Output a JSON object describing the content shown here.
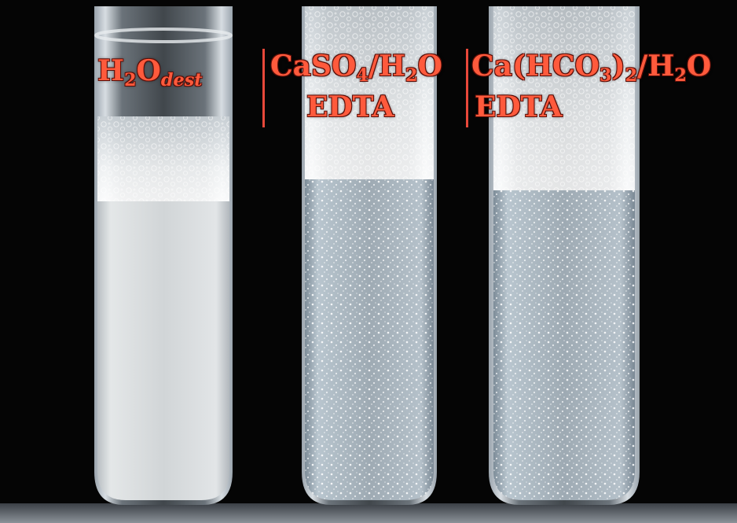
{
  "colors": {
    "background": "#050505",
    "label_text": "#ff5a3c",
    "separator": "#e8483a"
  },
  "tubes": [
    {
      "name": "tube-distilled-water",
      "label": {
        "formula_main": "H",
        "sub1": "2",
        "formula_tail": "O",
        "subscript_italic": "dest"
      }
    },
    {
      "name": "tube-caso4",
      "label": {
        "line1_a": "CaSO",
        "line1_sub1": "4",
        "line1_b": "/H",
        "line1_sub2": "2",
        "line1_c": "O",
        "line2": "EDTA"
      }
    },
    {
      "name": "tube-ca-hco3",
      "label": {
        "line1_a": "Ca(HCO",
        "line1_sub1": "3",
        "line1_b": ")",
        "line1_sub2": "2",
        "line1_c": "/H",
        "line1_sub3": "2",
        "line1_d": "O",
        "line2": "EDTA"
      }
    }
  ]
}
